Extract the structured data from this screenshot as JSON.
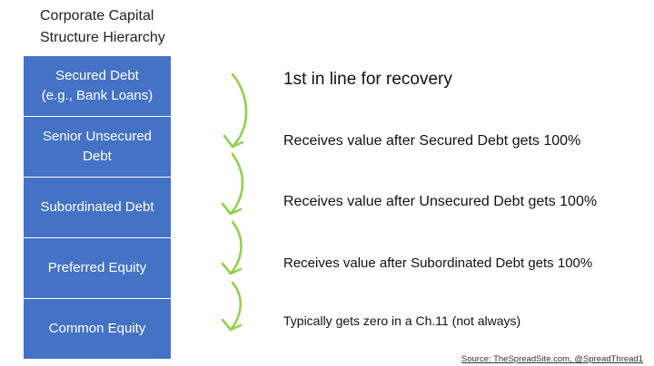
{
  "title": {
    "line1": "Corporate Capital",
    "line2": "Structure Hierarchy"
  },
  "hierarchy": [
    {
      "lines": [
        "Secured Debt",
        "(e.g., Bank Loans)"
      ],
      "description": "1st in line for recovery"
    },
    {
      "lines": [
        "Senior Unsecured",
        "Debt"
      ],
      "description": "Receives value after Secured Debt gets 100%"
    },
    {
      "lines": [
        "Subordinated Debt"
      ],
      "description": "Receives value after Unsecured Debt gets 100%"
    },
    {
      "lines": [
        "Preferred Equity"
      ],
      "description": "Receives value after Subordinated Debt gets 100%"
    },
    {
      "lines": [
        "Common Equity"
      ],
      "description": "Typically gets zero in a Ch.11 (not always)"
    }
  ],
  "source": "Source: TheSpreadSite.com, @SpreadThread1",
  "colors": {
    "box": "#4472c4",
    "arrow": "#92d050"
  }
}
